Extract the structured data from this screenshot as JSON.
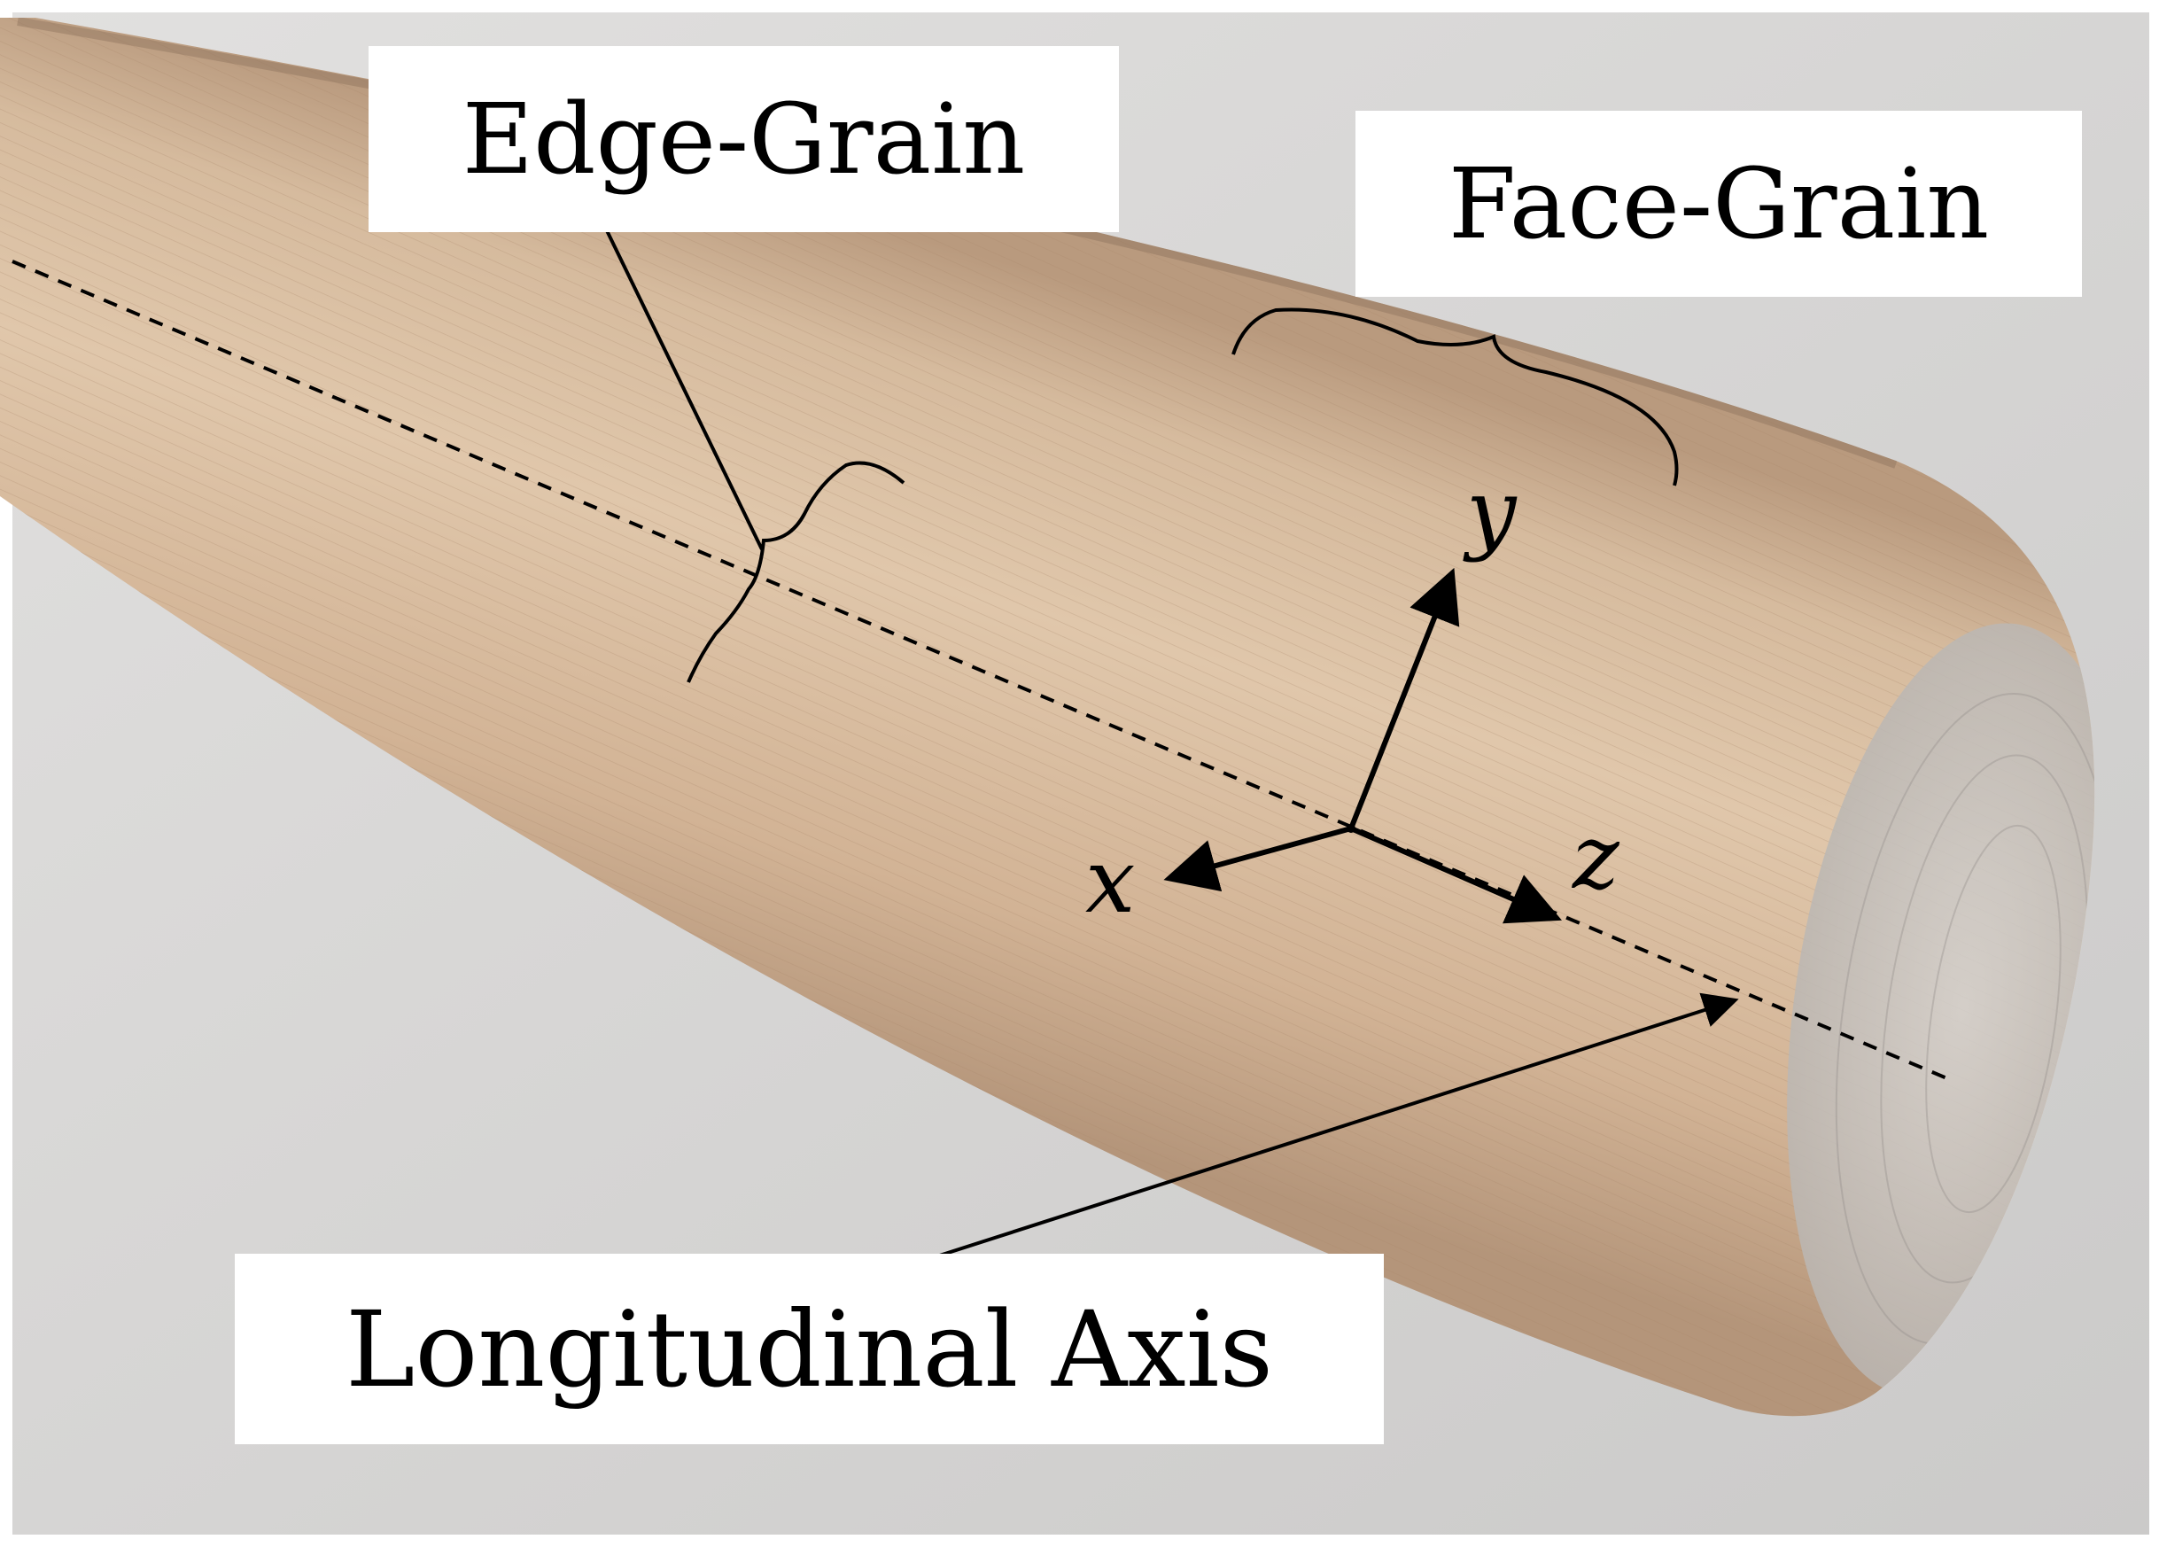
{
  "labels": {
    "edge_grain": "Edge-Grain",
    "face_grain": "Face-Grain",
    "longitudinal_axis": "Longitudinal Axis"
  },
  "axes": {
    "x": "x",
    "y": "y",
    "z": "z"
  },
  "colors": {
    "background": "#d9d8d7",
    "wood_light": "#dcc2a6",
    "wood_mid": "#cfb093",
    "wood_dark": "#b8987c",
    "end_cap": "#c9c7c6",
    "ink": "#000000"
  }
}
